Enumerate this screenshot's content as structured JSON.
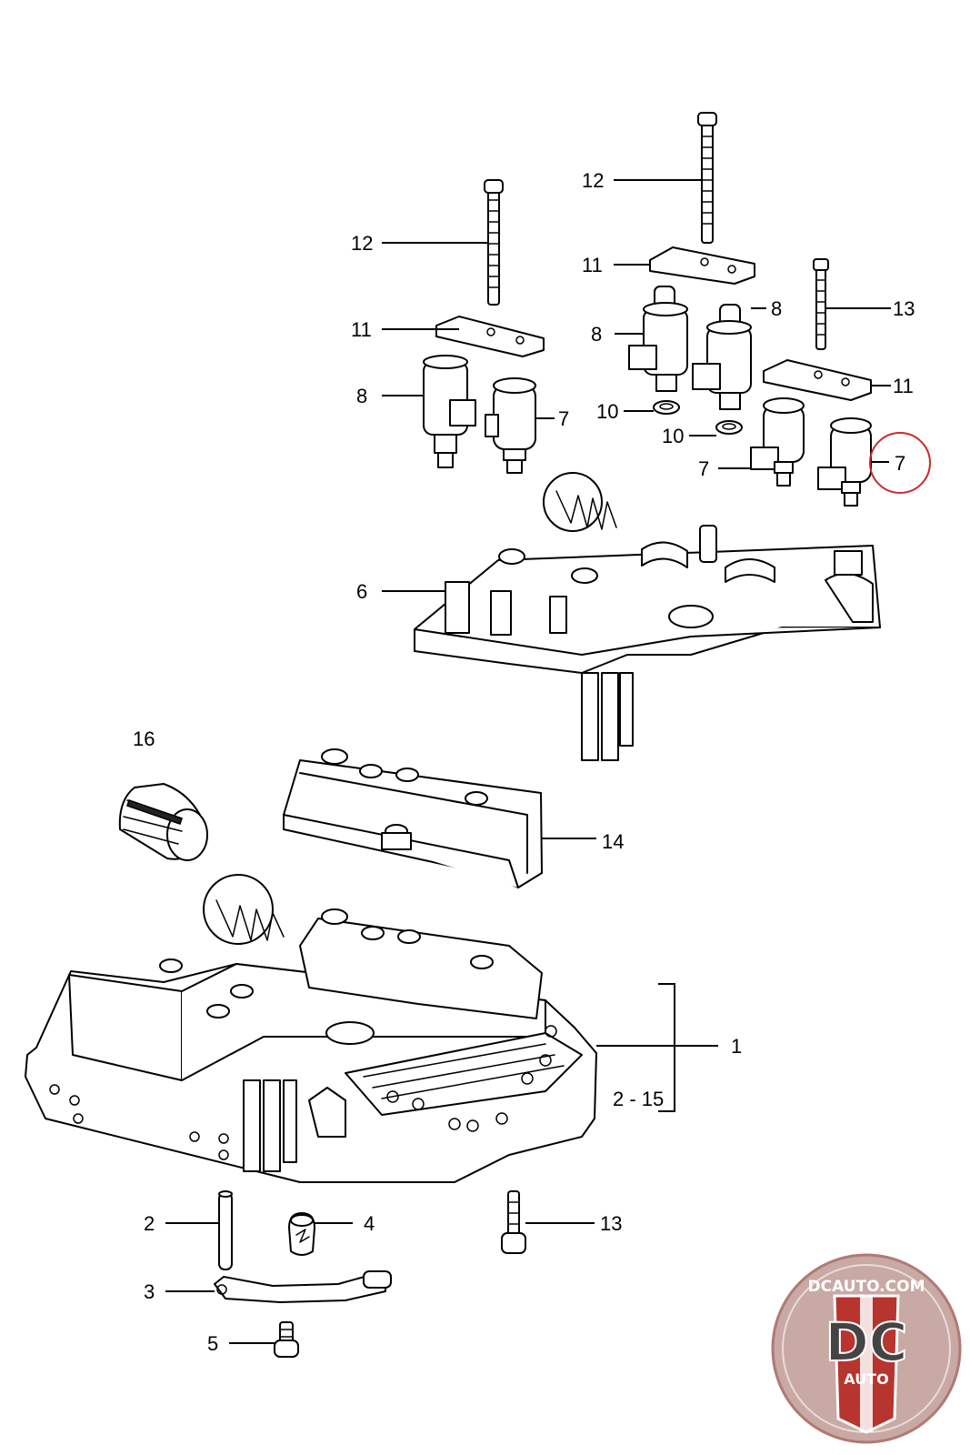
{
  "callouts": {
    "c12a": "12",
    "c12b": "12",
    "c11a": "11",
    "c11b": "11",
    "c11c": "11",
    "c13a": "13",
    "c13b": "13",
    "c8a": "8",
    "c8b": "8",
    "c8c": "8",
    "c7a": "7",
    "c7b": "7",
    "c7c": "7",
    "c10a": "10",
    "c10b": "10",
    "c6": "6",
    "c16": "16",
    "c14": "14",
    "c1": "1",
    "c2_15": "2 - 15",
    "c2": "2",
    "c3": "3",
    "c4": "4",
    "c5": "5"
  },
  "logo": {
    "top_text": "DCAUTO.COM",
    "mark": "DC",
    "bottom_text": "AUTO"
  },
  "colors": {
    "line": "#000000",
    "highlight": "#cc2a2a",
    "logo_bg": "#c9a9a4",
    "logo_shield": "#b8342f"
  }
}
